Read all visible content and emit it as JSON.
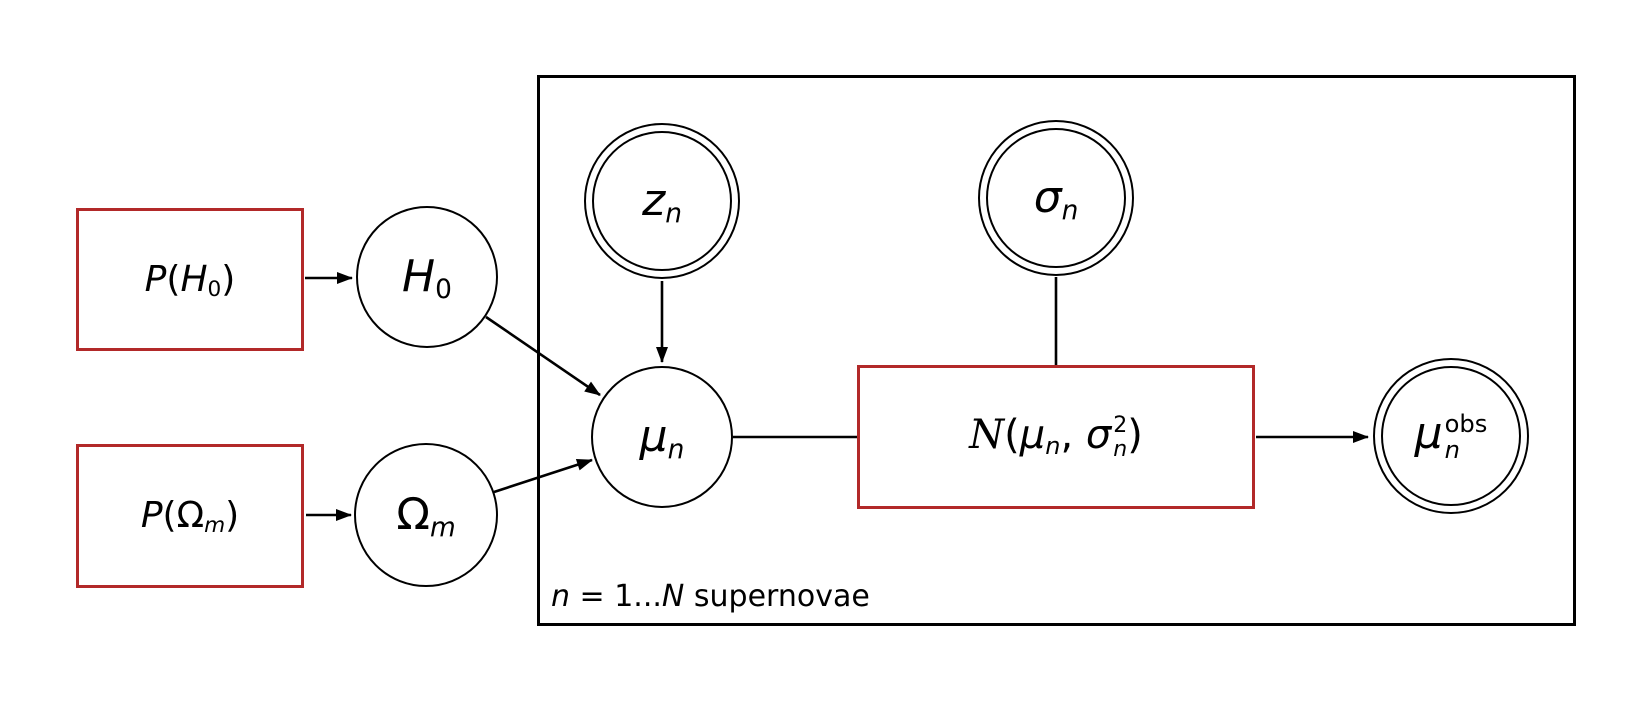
{
  "diagram": {
    "type": "probabilistic-graphical-model",
    "background": "#ffffff",
    "colors": {
      "line": "#000000",
      "distribution_red": "#b22929",
      "text": "#000000"
    },
    "plate": {
      "label_text": "n = 1...N supernovae",
      "label_runs": [
        {
          "t": "n"
        },
        {
          "t": " = 1..."
        },
        {
          "t": "N"
        },
        {
          "t": " supernovae"
        }
      ]
    },
    "nodes": {
      "prior_h0": {
        "shape": "rect",
        "border_color": "#b22929",
        "text": "P(H₀)",
        "runs": [
          {
            "t": "P"
          },
          {
            "t": "("
          },
          {
            "t": "H"
          },
          {
            "t": "0"
          },
          {
            "t": ")"
          }
        ]
      },
      "h0": {
        "shape": "circle",
        "border_color": "#000000",
        "text": "H₀",
        "runs": [
          {
            "t": "H"
          },
          {
            "t": "0"
          }
        ]
      },
      "prior_om": {
        "shape": "rect",
        "border_color": "#b22929",
        "text": "P(Ωₘ)",
        "runs": [
          {
            "t": "P"
          },
          {
            "t": "("
          },
          {
            "t": "Ω"
          },
          {
            "t": "m"
          },
          {
            "t": ")"
          }
        ]
      },
      "omega_m": {
        "shape": "circle",
        "border_color": "#000000",
        "text": "Ωₘ",
        "runs": [
          {
            "t": "Ω"
          },
          {
            "t": "m"
          }
        ]
      },
      "z_n": {
        "shape": "double-circle",
        "border_color": "#000000",
        "text": "zₙ",
        "runs": [
          {
            "t": "z"
          },
          {
            "t": "n"
          }
        ]
      },
      "sigma_n": {
        "shape": "double-circle",
        "border_color": "#000000",
        "text": "σₙ",
        "runs": [
          {
            "t": "σ"
          },
          {
            "t": "n"
          }
        ]
      },
      "mu_n": {
        "shape": "circle",
        "border_color": "#000000",
        "text": "μₙ",
        "runs": [
          {
            "t": "μ"
          },
          {
            "t": "n"
          }
        ]
      },
      "dist": {
        "shape": "rect",
        "border_color": "#b22929",
        "text": "𝒩(μₙ, σₙ²)",
        "runs": {
          "name": "N",
          "open": "(",
          "mu": "μ",
          "mu_sub": "n",
          "comma": ", ",
          "sigma": "σ",
          "sigma_sup": "2",
          "sigma_sub": "n",
          "close": ")"
        }
      },
      "mu_obs": {
        "shape": "double-circle",
        "border_color": "#000000",
        "text": "μₙᵒᵇˢ",
        "runs": {
          "main": "μ",
          "sup": "obs",
          "sub": "n"
        }
      }
    },
    "edges": [
      {
        "from": "P(H₀)",
        "to": "H₀",
        "style": "arrow"
      },
      {
        "from": "P(Ωₘ)",
        "to": "Ωₘ",
        "style": "arrow"
      },
      {
        "from": "H₀",
        "to": "μₙ",
        "style": "arrow"
      },
      {
        "from": "Ωₘ",
        "to": "μₙ",
        "style": "arrow"
      },
      {
        "from": "zₙ",
        "to": "μₙ",
        "style": "arrow"
      },
      {
        "from": "σₙ",
        "to": "𝒩(μₙ, σₙ²)",
        "style": "line"
      },
      {
        "from": "μₙ",
        "to": "𝒩(μₙ, σₙ²)",
        "style": "line"
      },
      {
        "from": "𝒩(μₙ, σₙ²)",
        "to": "μₙᵒᵇˢ",
        "style": "arrow"
      }
    ]
  }
}
